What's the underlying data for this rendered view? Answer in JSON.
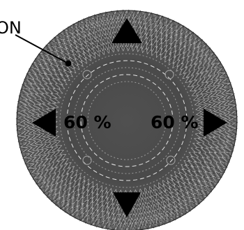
{
  "labels": {
    "top_left": "ON",
    "left_value": "60 %",
    "right_value": "60 %"
  },
  "icons": {
    "arrows": [
      "triangle-up-icon",
      "triangle-left-icon",
      "triangle-right-icon",
      "triangle-down-icon"
    ]
  },
  "colors": {
    "background": "#ffffff",
    "disc_core": "#4d4d4d",
    "disc_texture": "#6a6a6a",
    "arrows": "#000000",
    "text": "#000000"
  }
}
